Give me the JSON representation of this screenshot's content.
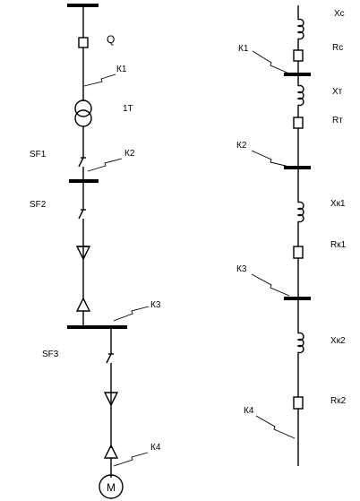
{
  "left": {
    "breaker": "Q",
    "k1": "К1",
    "transformer": "1T",
    "sf1": "SF1",
    "k2": "К2",
    "sf2": "SF2",
    "k3": "К3",
    "sf3": "SF3",
    "k4": "К4",
    "motor": "M"
  },
  "right": {
    "xc": "Хс",
    "rc": "Rc",
    "k1": "К1",
    "xt": "Хт",
    "rt": "Rт",
    "k2": "К2",
    "xk1": "Хк1",
    "rk1": "Rк1",
    "k3": "К3",
    "xk2": "Хк2",
    "rk2": "Rк2",
    "k4": "К4"
  }
}
